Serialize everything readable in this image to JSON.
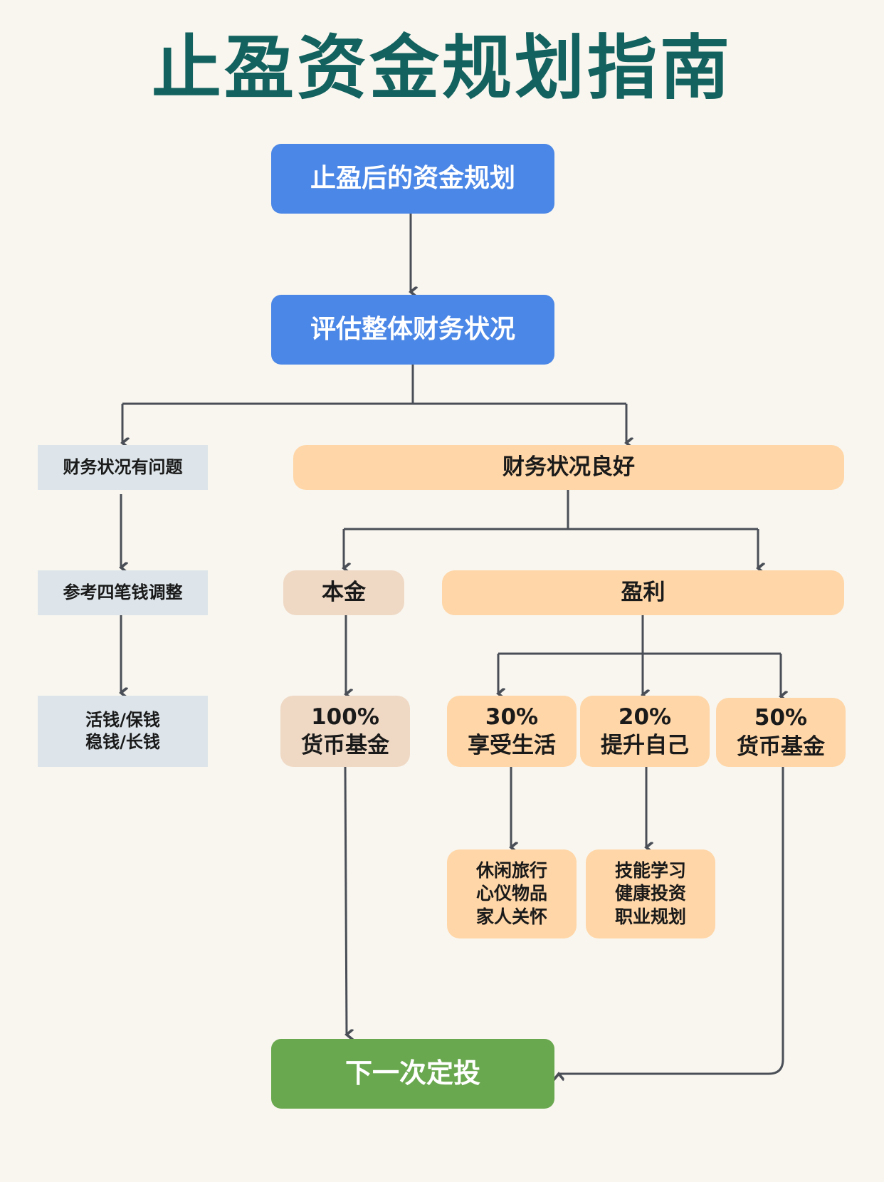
{
  "title": "止盈资金规划指南",
  "colors": {
    "title": "#13625f",
    "primary_blue": "#4b87e6",
    "problem_gray": "#dde5ea",
    "good_orange": "#ffd6a7",
    "principal_tan": "#efd9c5",
    "final_green": "#6aa84f",
    "connector": "#4a4f57",
    "background": "#f9f6ef"
  },
  "nodes": {
    "start": "止盈后的资金规划",
    "assess": "评估整体财务状况",
    "problem": "财务状况有问题",
    "four_money": "参考四笔钱调整",
    "money_types": "活钱/保钱\n稳钱/长钱",
    "good": "财务状况良好",
    "principal": "本金",
    "profit": "盈利",
    "principal_fund": "100%\n货币基金",
    "enjoy": "30%\n享受生活",
    "improve": "20%\n提升自己",
    "profit_fund": "50%\n货币基金",
    "enjoy_items": "休闲旅行\n心仪物品\n家人关怀",
    "improve_items": "技能学习\n健康投资\n职业规划",
    "next": "下一次定投"
  }
}
